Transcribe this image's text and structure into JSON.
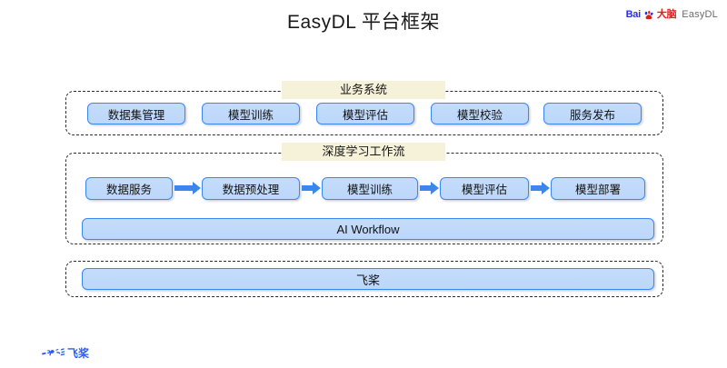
{
  "header": {
    "title": "EasyDL 平台框架",
    "brand": {
      "bai": "Bai",
      "paw_icon": "baidu-paw-icon",
      "daonao": "大脑",
      "product": "EasyDL"
    }
  },
  "diagram_data": {
    "type": "diagram",
    "groups": [
      {
        "id": "business-system",
        "label": "业务系统",
        "items": [
          {
            "label": "数据集管理"
          },
          {
            "label": "模型训练"
          },
          {
            "label": "模型评估"
          },
          {
            "label": "模型校验"
          },
          {
            "label": "服务发布"
          }
        ]
      },
      {
        "id": "deep-learning-workflow",
        "label": "深度学习工作流",
        "flow": [
          {
            "label": "数据服务"
          },
          {
            "label": "数据预处理"
          },
          {
            "label": "模型训练"
          },
          {
            "label": "模型评估"
          },
          {
            "label": "模型部署"
          }
        ],
        "flow_connector": "arrow-right-icon",
        "bar": {
          "label": "AI Workflow"
        }
      },
      {
        "id": "framework",
        "label": "",
        "bar": {
          "label": "飞桨"
        }
      }
    ]
  },
  "footer": {
    "paddle": {
      "mark_icon": "paddlepaddle-logo-icon",
      "text": "飞桨"
    }
  },
  "colors": {
    "box_fill": "#c3dbfb",
    "box_border": "#3a87f2",
    "arrow": "#3c86ee",
    "label_bg": "#f6f2da",
    "dash_border": "#2b2b2b",
    "brand_blue": "#2932e1",
    "brand_red": "#e81b1b",
    "paddle_blue": "#2a5cf0"
  }
}
